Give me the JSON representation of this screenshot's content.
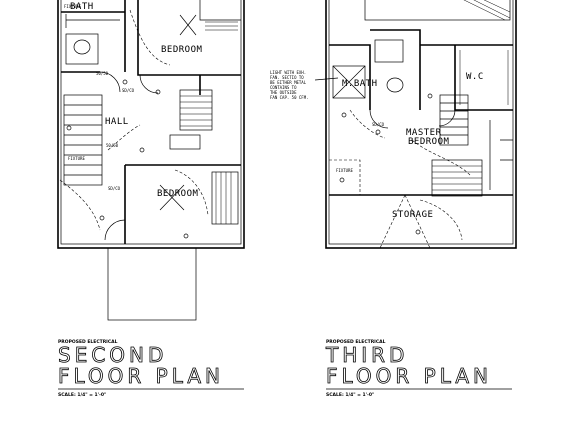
{
  "second_floor": {
    "rooms": {
      "bath": "BATH",
      "bedroom_top": "BEDROOM",
      "hall": "HALL",
      "bedroom_bottom": "BEDROOM"
    },
    "notes": [
      "FIXTURE",
      "FIXTURE",
      "50/50",
      "50/50",
      "SD/CO",
      "SD/CO"
    ],
    "caption": "PROPOSED ELECTRICAL",
    "title_line1": "SECOND",
    "title_line2": "FLOOR PLAN",
    "scale": "SCALE: 1/4\" = 1'-0\""
  },
  "third_floor": {
    "rooms": {
      "mbath": "M.BATH",
      "wic": "W.C",
      "master": "MASTER",
      "master2": "BEDROOM",
      "storage": "STORAGE"
    },
    "callout": [
      "LIGHT WITH EXH.",
      "FAN. SECTIO TO",
      "BE EITHER METAL",
      "CONTAINS TO",
      "THE OUTSIDE",
      "FAN CAP. 50 CFM."
    ],
    "notes": [
      "FIXTURE",
      "SD/CO"
    ],
    "caption": "PROPOSED ELECTRICAL",
    "title_line1": "THIRD",
    "title_line2": "FLOOR PLAN",
    "scale": "SCALE: 1/4\" = 1'-0\""
  }
}
